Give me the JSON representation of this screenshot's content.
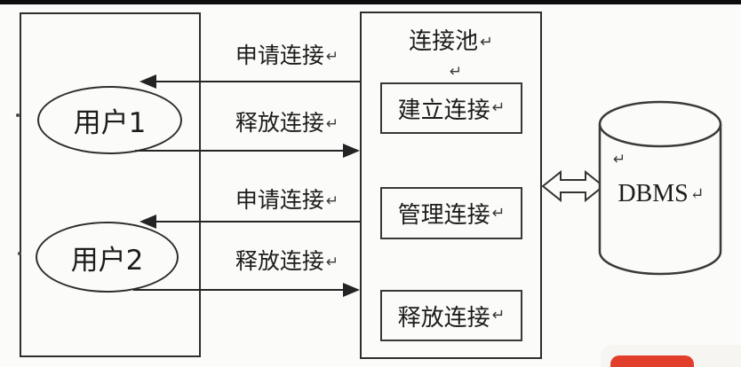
{
  "diagram": {
    "users": [
      {
        "label": "用户1"
      },
      {
        "label": "用户2"
      }
    ],
    "flows": [
      {
        "label": "申请连接",
        "direction": "left"
      },
      {
        "label": "释放连接",
        "direction": "right"
      },
      {
        "label": "申请连接",
        "direction": "left"
      },
      {
        "label": "释放连接",
        "direction": "right"
      }
    ],
    "pool": {
      "title": "连接池",
      "boxes": [
        {
          "label": "建立连接"
        },
        {
          "label": "管理连接"
        },
        {
          "label": "释放连接"
        }
      ]
    },
    "dbms": {
      "label": "DBMS"
    },
    "return_mark": "↵"
  },
  "colors": {
    "line": "#2e2e2e",
    "top_bar": "#0e0e0e",
    "accent_red": "#e23e2c",
    "background": "#fbfbf9"
  }
}
